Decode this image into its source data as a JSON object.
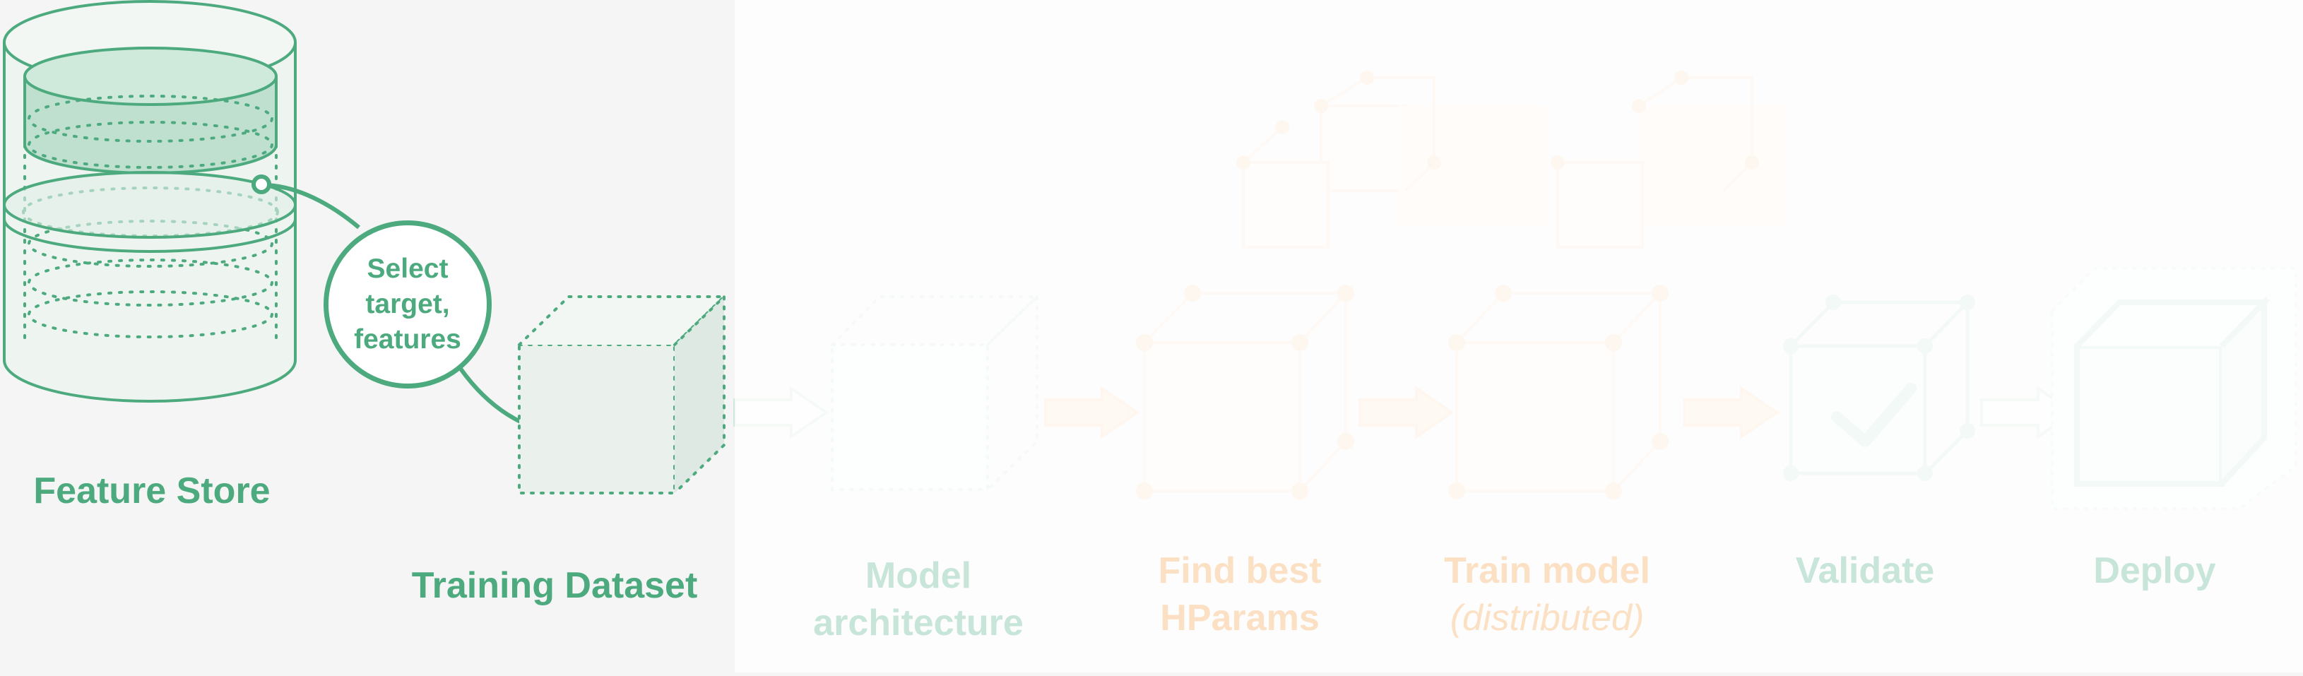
{
  "steps": [
    {
      "id": "feature-store",
      "lines": [
        "Feature Store"
      ]
    },
    {
      "id": "training-dataset",
      "lines": [
        "Training Dataset"
      ]
    },
    {
      "id": "model-architecture",
      "lines": [
        "Model",
        "architecture"
      ]
    },
    {
      "id": "find-best-hparams",
      "lines": [
        "Find best",
        "HParams"
      ]
    },
    {
      "id": "train-model",
      "lines": [
        "Train model",
        "(distributed)"
      ]
    },
    {
      "id": "validate",
      "lines": [
        "Validate"
      ]
    },
    {
      "id": "deploy",
      "lines": [
        "Deploy"
      ]
    }
  ],
  "callout": {
    "lines": [
      "Select",
      "target,",
      "features"
    ]
  },
  "colors": {
    "primary_green": "#4caa7e",
    "pale_green": "#c7e5d8",
    "pale_orange": "#fbe0c4",
    "background": "#f4f5f4"
  }
}
